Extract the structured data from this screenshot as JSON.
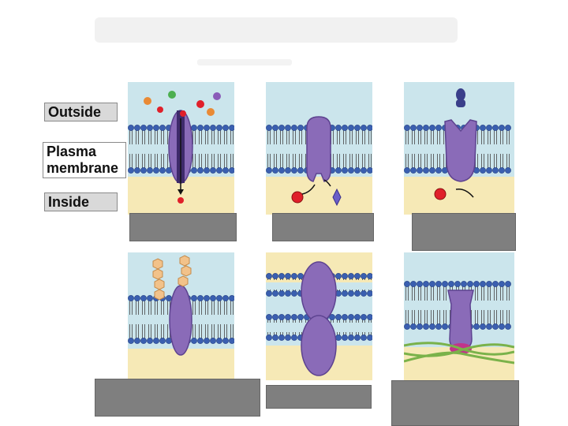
{
  "labels": {
    "outside": "Outside",
    "plasma_membrane": "Plasma\nmembrane",
    "inside": "Inside"
  },
  "colors": {
    "extracellular": "#cbe5ec",
    "cytoplasm": "#f6e9b6",
    "protein": "#8a6bb8",
    "protein_light": "#b79ee0",
    "lipid_head": "#3a5fb0",
    "cover": "#7f7f7f",
    "fiber": "#7ab24a",
    "attachment": "#c2348a",
    "ion_red": "#e0202a",
    "ion_green": "#4caf50",
    "ion_orange": "#e98a35",
    "ion_purple": "#8a5bb8",
    "sugar_chain": "#f2c28a"
  },
  "icons": [
    "red-ion-icon",
    "green-ion-icon",
    "orange-ion-icon",
    "purple-ion-icon",
    "substrate-icon",
    "signal-molecule-icon",
    "sugar-chain-icon",
    "arrow-icon"
  ]
}
